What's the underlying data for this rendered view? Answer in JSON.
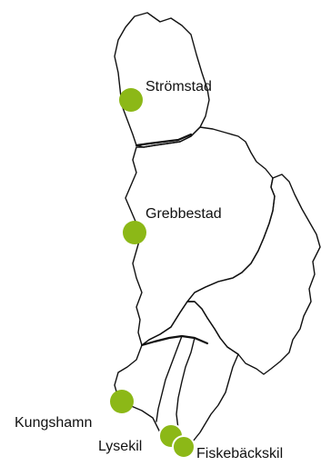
{
  "map": {
    "marker_color": "#8cb817",
    "outline_color": "#111111",
    "background_color": "#ffffff",
    "locations": [
      {
        "id": "stromstad",
        "name": "Strömstad"
      },
      {
        "id": "grebbestad",
        "name": "Grebbestad"
      },
      {
        "id": "kungshamn",
        "name": "Kungshamn"
      },
      {
        "id": "lysekil",
        "name": "Lysekil"
      },
      {
        "id": "fiskebackskil",
        "name": "Fiskebäckskil"
      }
    ]
  }
}
